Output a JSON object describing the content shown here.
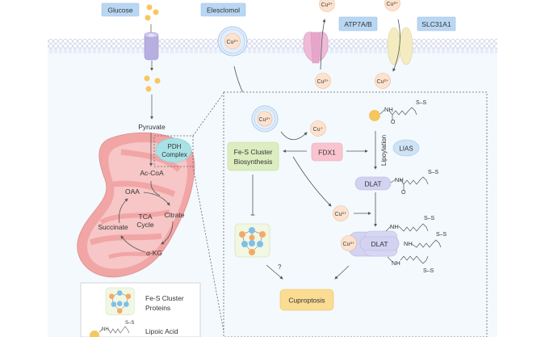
{
  "labels": {
    "glucose": "Glucose",
    "elesclomol": "Elesclomol",
    "atp7ab": "ATP7A/B",
    "slc31a1": "SLC31A1",
    "pyruvate": "Pyruvate",
    "pdh_line1": "PDH",
    "pdh_line2": "Complex",
    "accoa": "Ac-CoA",
    "oaa": "OAA",
    "citrate": "Citrate",
    "tca_line1": "TCA",
    "tca_line2": "Cycle",
    "succinate": "Succinate",
    "akg": "α-KG",
    "fes_biosynth_line1": "Fe-S Cluster",
    "fes_biosynth_line2": "Biosynthesis",
    "fdx1": "FDX1",
    "lias": "LIAS",
    "lipoylation": "Lipoylation",
    "dlat": "DLAT",
    "cuproptosis": "Cuproptosis",
    "question": "?",
    "nh": "NH",
    "o": "O",
    "ss": "S–S",
    "fe": "Fe",
    "s": "S"
  },
  "ions": {
    "cu2": "Cu²⁺",
    "cu1": "Cu⁺"
  },
  "legend": {
    "fes_line1": "Fe-S Cluster",
    "fes_line2": "Proteins",
    "lipoic": "Lipoic Acid"
  },
  "colors": {
    "label_box": "#b9d7f2",
    "membrane": "#d9dcf0",
    "cytoplasm": "#f3f9fd",
    "mito": "#f2a5a5",
    "pdh": "#a8e2e6",
    "fes_box": "#dcedc0",
    "fdx1": "#f9c4cf",
    "lias": "#cfe3f6",
    "dlat": "#d3d2f1",
    "cuproptosis": "#fbdc93",
    "copper": "#fde3cf",
    "glucose_dot": "#f6c75f",
    "atp7": "#efbad7",
    "slc31": "#f4ecc0",
    "transporter": "#b7afdf"
  }
}
